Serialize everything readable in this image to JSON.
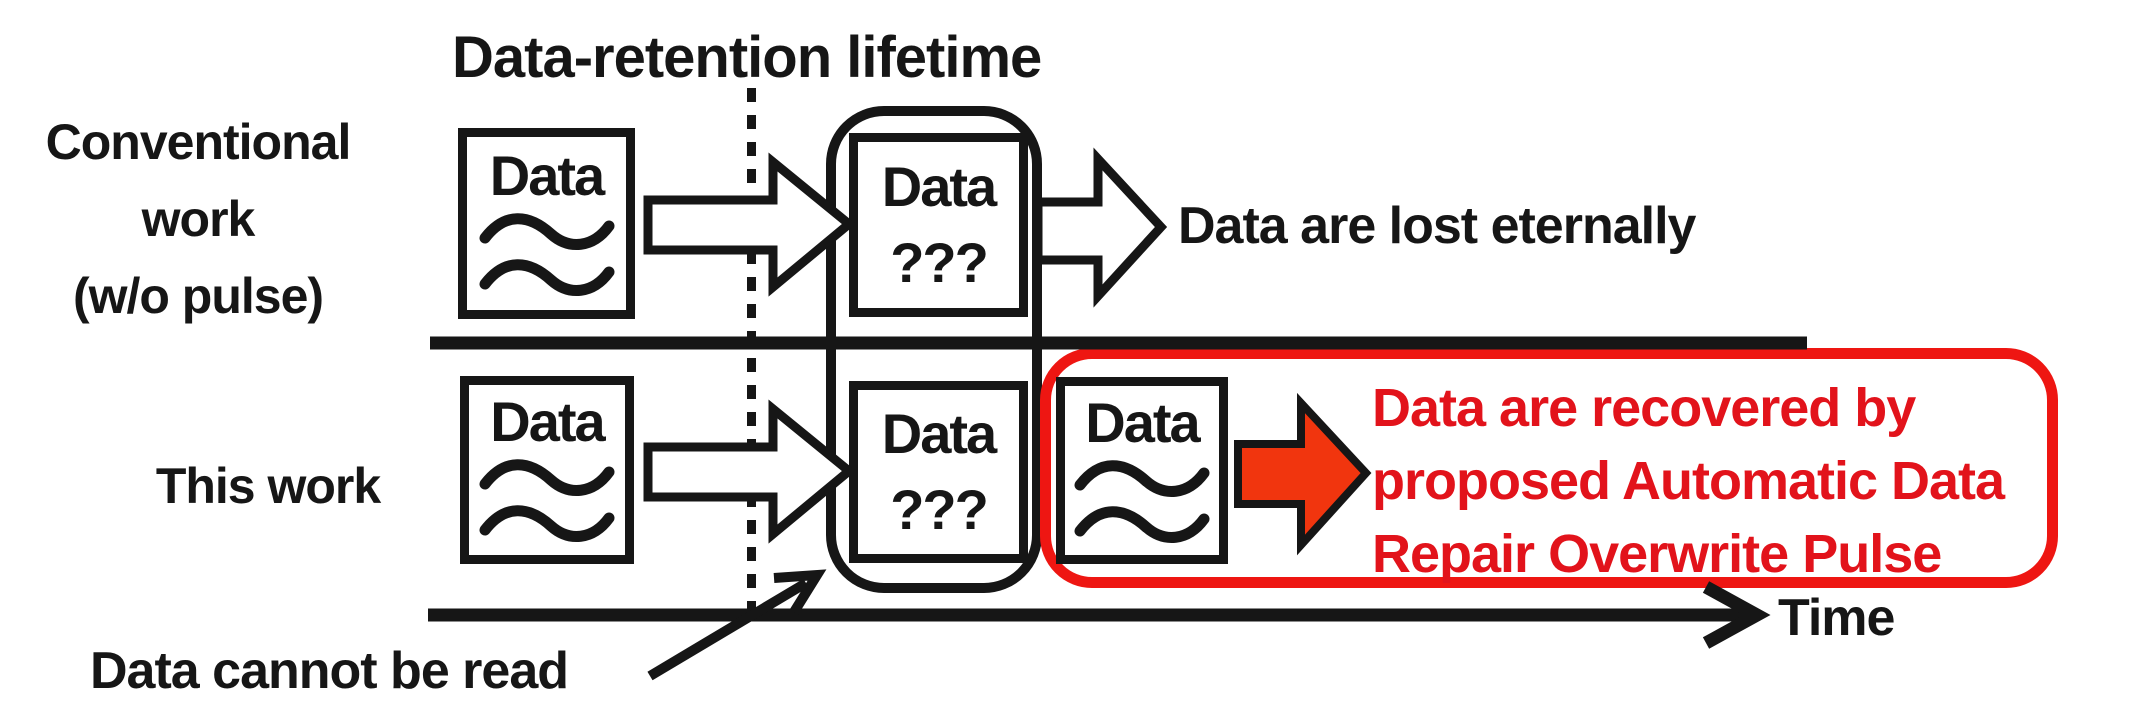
{
  "title": "Data-retention lifetime",
  "axis": {
    "time_label": "Time"
  },
  "note": {
    "label": "Data cannot be read"
  },
  "unknown_box": {
    "line1": "Data",
    "line2": "???"
  },
  "conventional": {
    "label_lines": [
      "Conventional",
      "work",
      "(w/o pulse)"
    ],
    "source_box_label": "Data",
    "outcome": "Data are lost eternally"
  },
  "this_work": {
    "label": "This work",
    "source_box_label": "Data",
    "recovered_box_label": "Data",
    "outcome_lines": [
      "Data are recovered by",
      "proposed Automatic Data",
      "Repair Overwrite Pulse"
    ]
  },
  "colors": {
    "ink": "#161616",
    "red_text": "#e2131b",
    "red_border": "#ee1612",
    "red_arrow_fill": "#f1350e"
  }
}
